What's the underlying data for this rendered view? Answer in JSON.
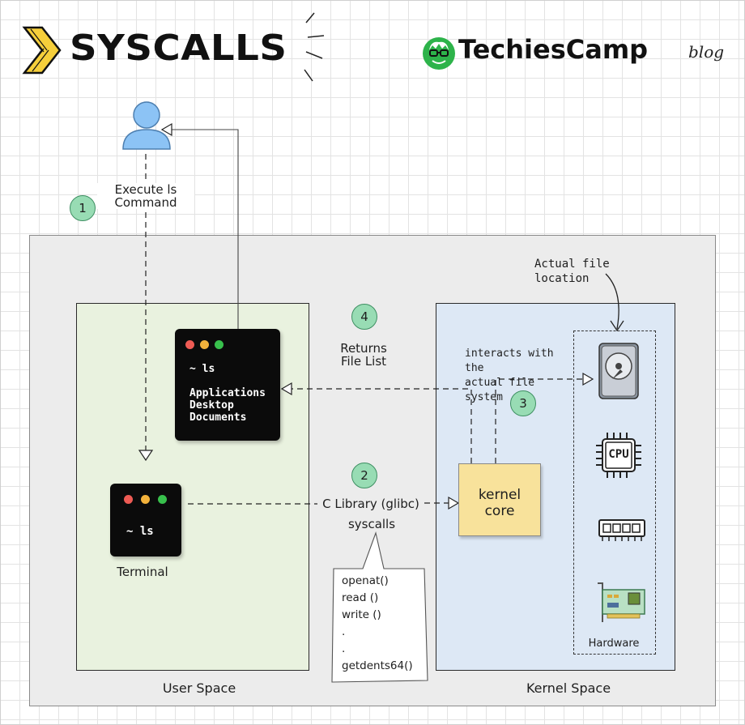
{
  "header": {
    "title": "SYSCALLS",
    "brand": "TechiesCamp",
    "blog": "blog"
  },
  "steps": [
    {
      "number": "1",
      "label": "Execute ls\nCommand"
    },
    {
      "number": "2",
      "label": "C Library (glibc)",
      "sublabel": "syscalls"
    },
    {
      "number": "3",
      "label": "interacts with the\nactual file system"
    },
    {
      "number": "4",
      "label": "Returns\nFile List"
    }
  ],
  "user_space": {
    "label": "User Space",
    "terminal_label": "Terminal",
    "terminal_command": "~ ls",
    "output_terminal": {
      "command": "~ ls",
      "output": [
        "Applications",
        "Desktop",
        "Documents"
      ]
    }
  },
  "kernel_space": {
    "label": "Kernel Space",
    "core_label_1": "kernel",
    "core_label_2": "core",
    "file_location_label": "Actual file location",
    "hardware_label": "Hardware",
    "cpu_label": "CPU"
  },
  "syscall_list": [
    "openat()",
    "read ()",
    "write ()",
    ".",
    ".",
    "getdents64()"
  ],
  "icons": [
    "user-icon",
    "hard-disk-icon",
    "cpu-icon",
    "ram-icon",
    "network-card-icon"
  ],
  "colors": {
    "user_space_bg": "#e9f2df",
    "kernel_space_bg": "#dde8f5",
    "kernel_core_bg": "#f8e29b",
    "step_circle": "#98dcb4",
    "brand_green": "#2db34a"
  }
}
